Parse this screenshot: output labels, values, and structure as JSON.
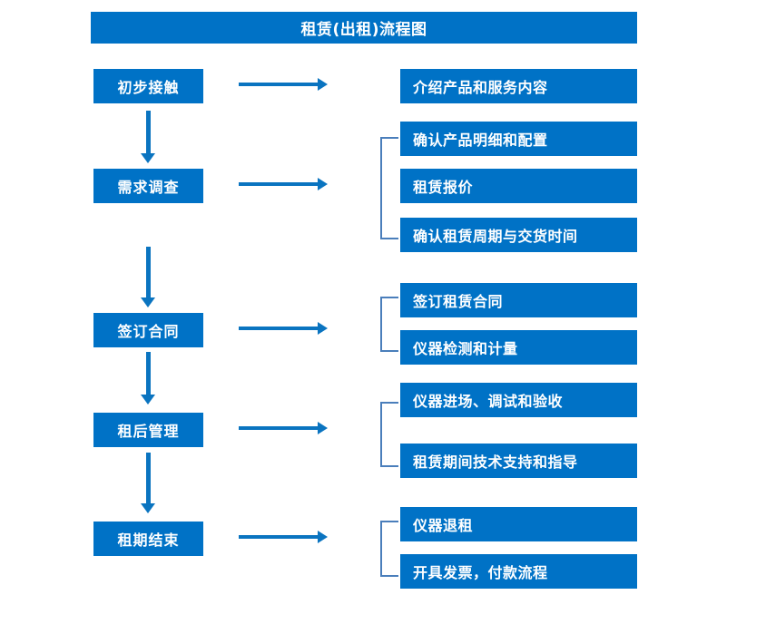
{
  "page": {
    "title": "租赁(出租)流程图",
    "accent_color": "#0072C6",
    "arrow_color": "#0A74C0",
    "bracket_color": "#4A7EBB",
    "text_color": "#FFFFFF",
    "background_color": "#FFFFFF"
  },
  "stages": [
    {
      "label": "初步接触"
    },
    {
      "label": "需求调查"
    },
    {
      "label": "签订合同"
    },
    {
      "label": "租后管理"
    },
    {
      "label": "租期结束"
    }
  ],
  "details": [
    {
      "label": "介绍产品和服务内容"
    },
    {
      "label": "确认产品明细和配置"
    },
    {
      "label": "租赁报价"
    },
    {
      "label": "确认租赁周期与交货时间"
    },
    {
      "label": "签订租赁合同"
    },
    {
      "label": "仪器检测和计量"
    },
    {
      "label": "仪器进场、调试和验收"
    },
    {
      "label": "租赁期间技术支持和指导"
    },
    {
      "label": "仪器退租"
    },
    {
      "label": "开具发票，付款流程"
    }
  ],
  "icons": {
    "flow_arrow_right": "right-arrow-icon",
    "flow_arrow_down": "down-arrow-icon",
    "group_bracket": "bracket-icon"
  }
}
